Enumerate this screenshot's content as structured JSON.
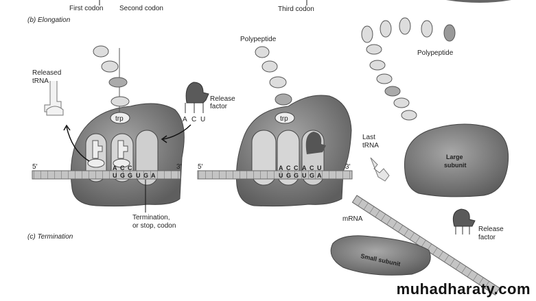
{
  "top_labels": {
    "first_codon": "First codon",
    "second_codon": "Second codon",
    "third_codon": "Third codon"
  },
  "section_b": "(b) Elongation",
  "section_c": "(c) Termination",
  "left_panel": {
    "released_trna": [
      "Released",
      "tRNA"
    ],
    "release_factor": [
      "Release",
      "factor"
    ],
    "rf_anticodon": [
      "A",
      "C",
      "U"
    ],
    "trp": "trp",
    "five_prime": "5′",
    "three_prime": "3′",
    "anticodon": [
      "A",
      "C",
      "C"
    ],
    "codons": [
      "U",
      "G",
      "G",
      "U",
      "G",
      "A"
    ],
    "stop_codon_label": [
      "Termination,",
      "or stop, codon"
    ]
  },
  "middle_panel": {
    "polypeptide": "Polypeptide",
    "trp": "trp",
    "five_prime": "5′",
    "three_prime": "3′",
    "anticodon": [
      "A",
      "C",
      "C",
      "A",
      "C",
      "U"
    ],
    "codons": [
      "U",
      "G",
      "G",
      "U",
      "G",
      "A"
    ]
  },
  "right_panel": {
    "polypeptide": "Polypeptide",
    "last_trna": [
      "Last",
      "tRNA"
    ],
    "large_subunit": [
      "Large",
      "subunit"
    ],
    "mrna": "mRNA",
    "small_subunit": "Small subunit",
    "release_factor": [
      "Release",
      "factor"
    ]
  },
  "watermark": "muhadharaty.com",
  "colors": {
    "ribosome": "#7a7a7a",
    "ribosome_dark": "#555555",
    "mrna": "#c8c8c8",
    "release_factor": "#5a5a5a",
    "bead": "#d8d8d8"
  }
}
